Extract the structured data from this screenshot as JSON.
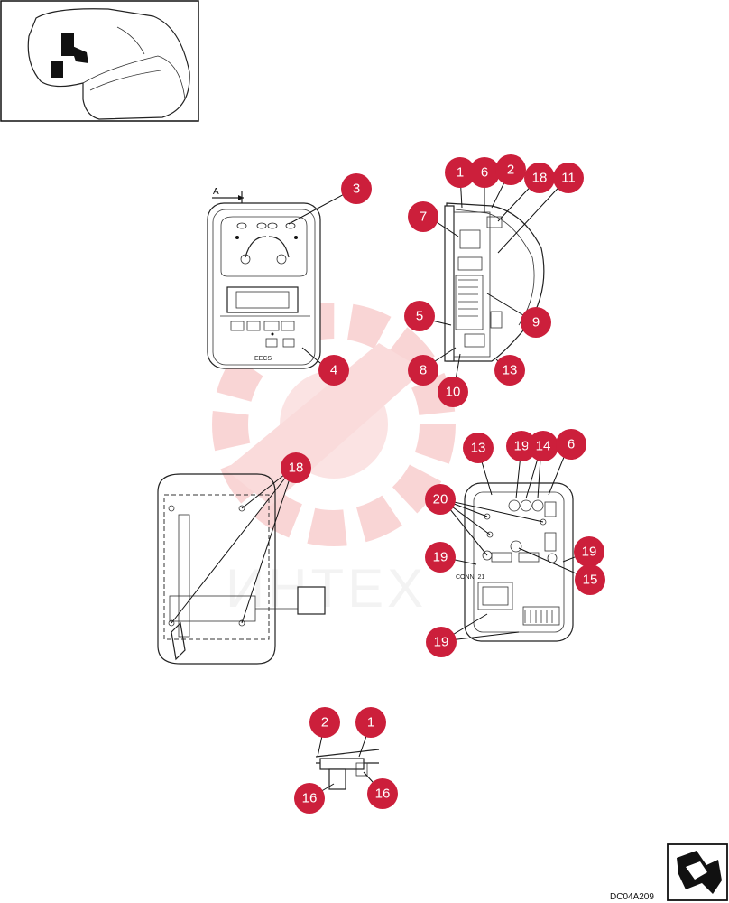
{
  "drawing_code": "DC04A209",
  "section_marker": "A",
  "connector_label": "CONN. 21",
  "watermark": "ИНТЕХ",
  "colors": {
    "callout": "#cc1f3b",
    "watermark": "#f08a8a"
  },
  "callouts": {
    "c3": "3",
    "c4": "4",
    "c1a": "1",
    "c6a": "6",
    "c2a": "2",
    "c18a": "18",
    "c11": "11",
    "c7": "7",
    "c5": "5",
    "c9": "9",
    "c8": "8",
    "c10": "10",
    "c13a": "13",
    "c18b": "18",
    "c13b": "13",
    "c19a": "19",
    "c14": "14",
    "c6b": "6",
    "c20": "20",
    "c19b": "19",
    "c19c": "19",
    "c15": "15",
    "c19d": "19",
    "c2b": "2",
    "c1b": "1",
    "c16a": "16",
    "c16b": "16"
  },
  "icons": [
    "excavator-cab-thumbnail",
    "page-arrow-icon"
  ]
}
